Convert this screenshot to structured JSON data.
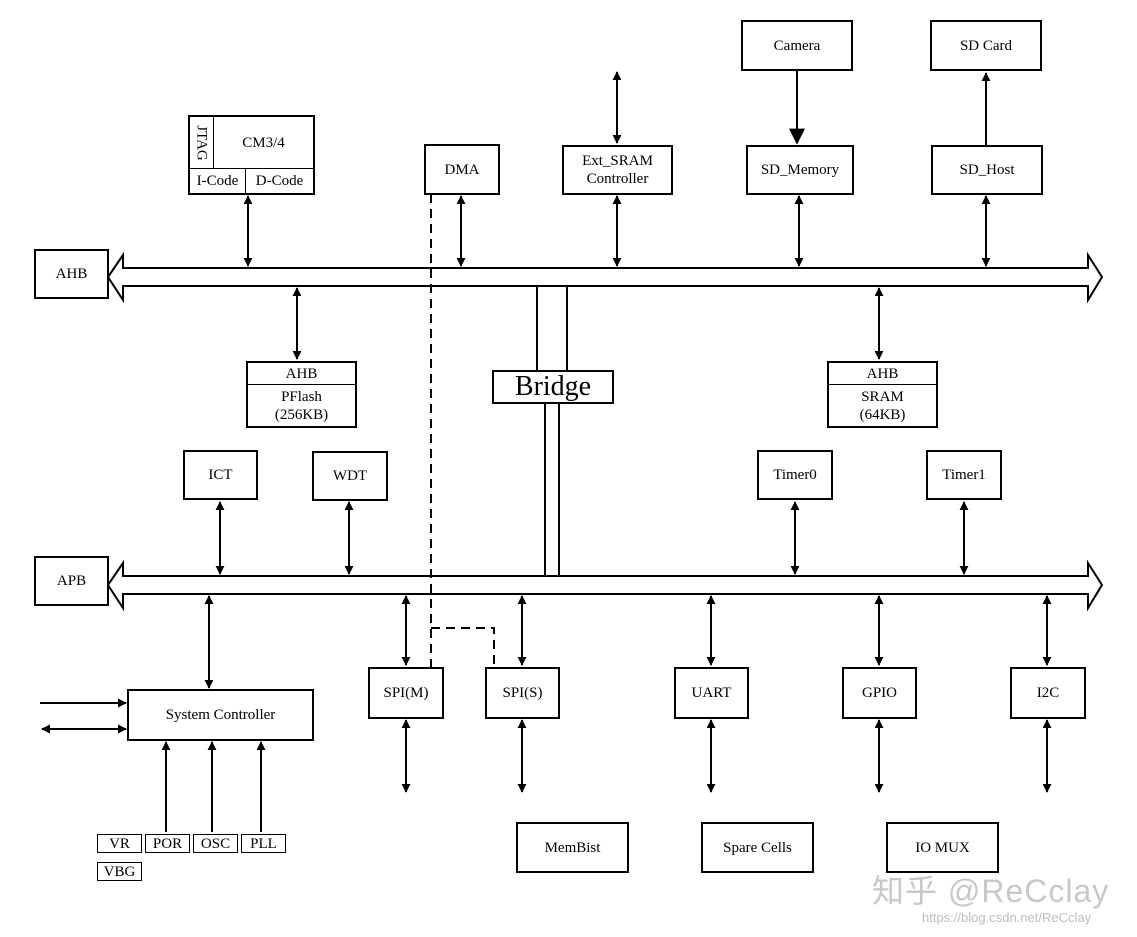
{
  "buses": {
    "ahb": "AHB",
    "apb": "APB",
    "bridge": "Bridge"
  },
  "cpu": {
    "core": "CM3/4",
    "jtag": "JTAG",
    "icode": "I-Code",
    "dcode": "D-Code"
  },
  "ahb_masters": {
    "dma": "DMA",
    "ext_sram": "Ext_SRAM\nController",
    "sd_memory": "SD_Memory",
    "sd_host": "SD_Host",
    "camera": "Camera",
    "sd_card": "SD Card"
  },
  "ahb_slaves": {
    "pflash_bus": "AHB",
    "pflash": "PFlash\n(256KB)",
    "sram_bus": "AHB",
    "sram": "SRAM\n(64KB)"
  },
  "apb_upper": {
    "ict": "ICT",
    "wdt": "WDT",
    "timer0": "Timer0",
    "timer1": "Timer1"
  },
  "apb_lower": {
    "system_controller": "System Controller",
    "spi_m": "SPI(M)",
    "spi_s": "SPI(S)",
    "uart": "UART",
    "gpio": "GPIO",
    "i2c": "I2C"
  },
  "analog": {
    "vr": "VR",
    "por": "POR",
    "osc": "OSC",
    "pll": "PLL",
    "vbg": "VBG"
  },
  "misc": {
    "membist": "MemBist",
    "spare_cells": "Spare Cells",
    "io_mux": "IO MUX"
  },
  "watermark": {
    "brand": "知乎 @ReCclay",
    "url": "https://blog.csdn.net/ReCclay"
  }
}
